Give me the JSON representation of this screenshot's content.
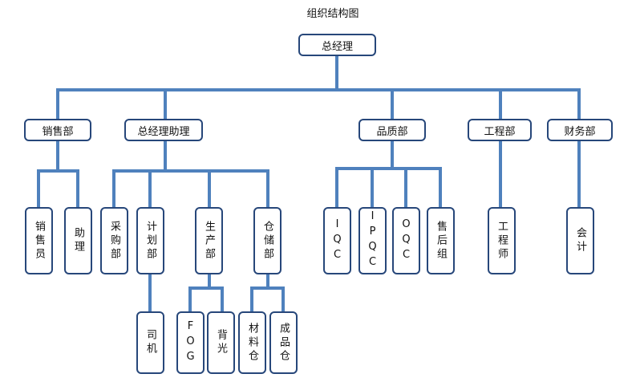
{
  "title": "组织结构图",
  "nodes": {
    "gm": "总经理",
    "sales": "销售部",
    "gm_assistant": "总经理助理",
    "quality": "品质部",
    "engineering": "工程部",
    "finance": "财务部",
    "salesperson": "销售员",
    "assistant": "助理",
    "purchasing": "采购部",
    "planning": "计划部",
    "production": "生产部",
    "warehouse": "仓储部",
    "iqc": "IQC",
    "ipqc": "IPQC",
    "oqc": "OQC",
    "after_sales": "售后组",
    "engineer": "工程师",
    "accountant": "会计",
    "driver": "司机",
    "fog": "FOG",
    "backlight": "背光",
    "material_wh": "材料仓",
    "finished_wh": "成品仓"
  },
  "colors": {
    "line": "#4f81bd",
    "border": "#27477a"
  }
}
